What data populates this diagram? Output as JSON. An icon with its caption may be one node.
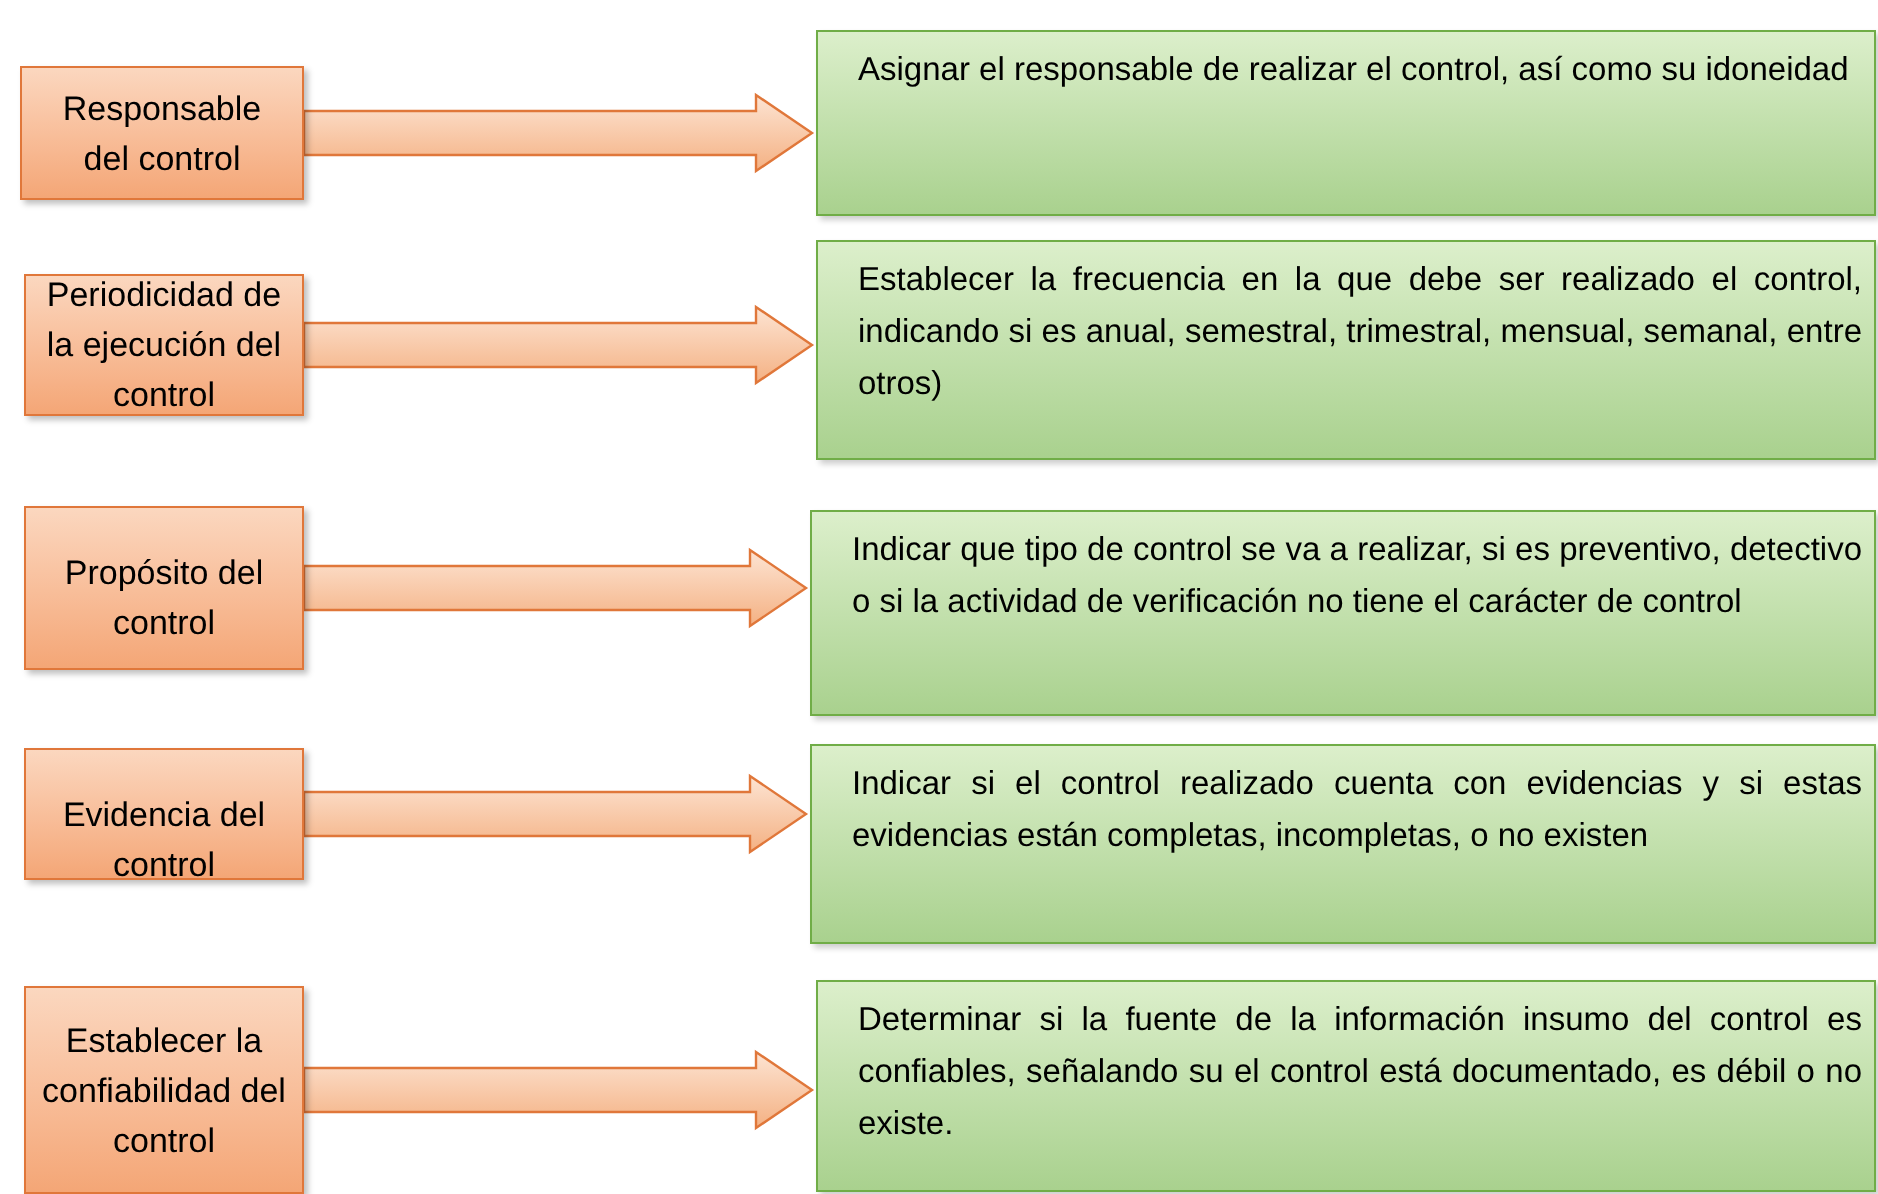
{
  "diagram": {
    "nodes": [
      {
        "text": [
          "Responsable del control"
        ]
      },
      {
        "text": [
          "Asignar el responsable de realizar el control, así como su idoneidad"
        ]
      },
      {
        "text": [
          "Periodicidad de la ejecución del control"
        ]
      },
      {
        "text": [
          "Establecer la frecuencia en la que debe ser realizado el control, indicando si es anual, semestral, trimestral, mensual, semanal, entre otros)"
        ]
      },
      {
        "text": [
          "Propósito del control"
        ]
      },
      {
        "text": [
          "Indicar que tipo de control se va a realizar, si es preventivo, detectivo o si la actividad de verificación no tiene el carácter de control"
        ]
      },
      {
        "text": [
          "Evidencia del control"
        ]
      },
      {
        "text": [
          "Indicar si el control realizado cuenta con evidencias y si estas evidencias están completas, incompletas, o no existen"
        ]
      },
      {
        "text": [
          "Establecer la confiabilidad del control"
        ]
      },
      {
        "text": [
          "Determinar si la fuente de la información insumo del control es confiables, señalando su el control está documentado, es débil o no existe."
        ]
      }
    ],
    "edges": [
      {
        "from": 0,
        "to": 1,
        "arrow": "to"
      },
      {
        "from": 2,
        "to": 3,
        "arrow": "to"
      },
      {
        "from": 4,
        "to": 5,
        "arrow": "to"
      },
      {
        "from": 6,
        "to": 7,
        "arrow": "to"
      },
      {
        "from": 8,
        "to": 9,
        "arrow": "to"
      }
    ]
  }
}
